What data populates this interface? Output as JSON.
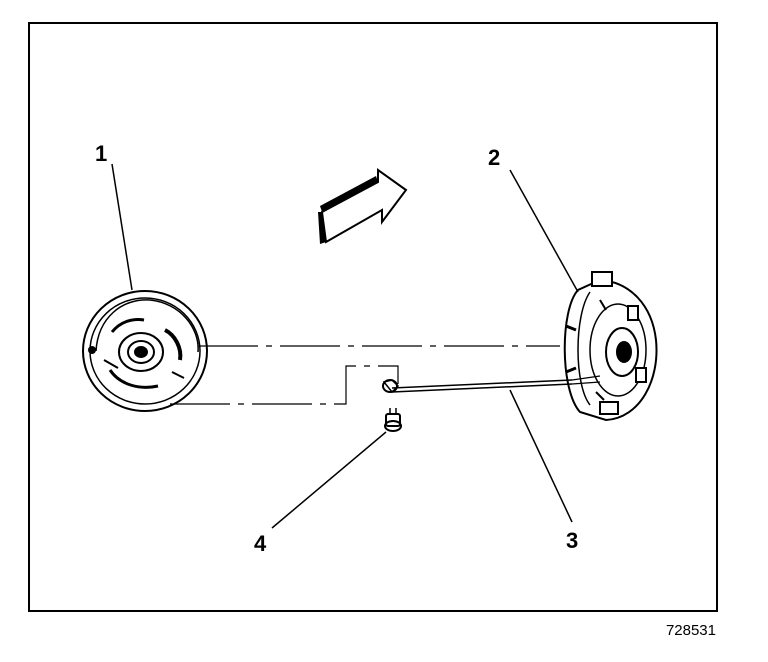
{
  "callouts": [
    {
      "id": "1",
      "label": "1"
    },
    {
      "id": "2",
      "label": "2"
    },
    {
      "id": "3",
      "label": "3"
    },
    {
      "id": "4",
      "label": "4"
    }
  ],
  "figure_id": "728531",
  "colors": {
    "ink": "#000000",
    "paper": "#ffffff"
  },
  "icons": [
    "arrow-icon",
    "cover-icon",
    "housing-icon",
    "harness-icon",
    "connector-icon"
  ]
}
